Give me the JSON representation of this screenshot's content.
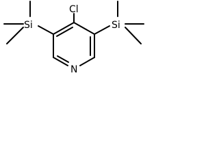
{
  "molecule": {
    "atoms": {
      "chlorine": "Cl",
      "silicon_left": "Si",
      "silicon_right": "Si",
      "nitrogen": "N"
    }
  }
}
